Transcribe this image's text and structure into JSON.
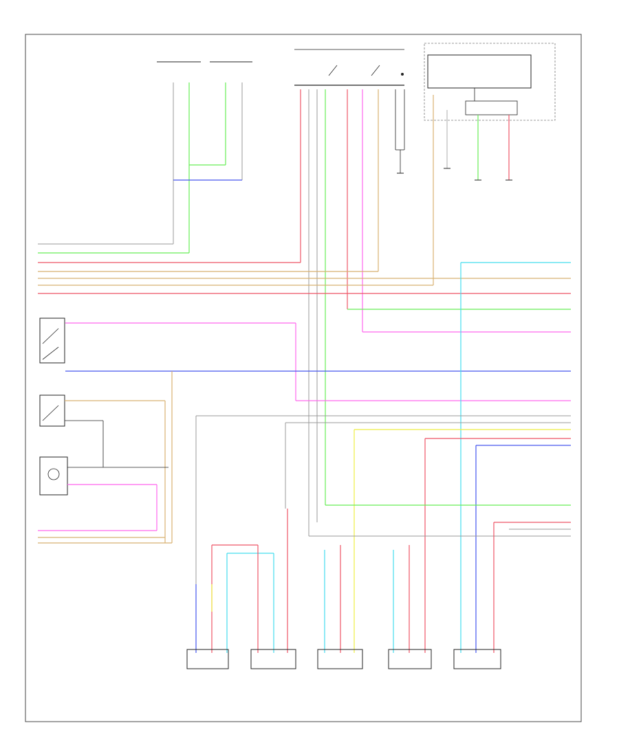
{
  "diagram": {
    "title_text": "",
    "page_ref": "",
    "top_modules": [
      {
        "id": "rr-left",
        "label": ""
      },
      {
        "id": "rr-right",
        "label": ""
      },
      {
        "id": "bus-top",
        "label": ""
      },
      {
        "id": "lock-module",
        "label": ""
      }
    ],
    "bottom_modules": [
      {
        "id": "b1",
        "label": ""
      },
      {
        "id": "b2",
        "label": ""
      },
      {
        "id": "b3",
        "label": ""
      },
      {
        "id": "b4",
        "label": ""
      },
      {
        "id": "b5",
        "label": ""
      }
    ],
    "switches": [
      {
        "id": "sw1",
        "label": ""
      },
      {
        "id": "sw2",
        "label": ""
      },
      {
        "id": "sw3",
        "label": ""
      }
    ],
    "colors": {
      "green": "#66ee55",
      "red": "#ee5566",
      "pink": "#ff66ee",
      "blue": "#4455ee",
      "tan": "#d8b070",
      "yellow": "#eeee44",
      "cyan": "#44ddee",
      "gray": "#999999",
      "black": "#222222",
      "frame": "#444444"
    }
  }
}
